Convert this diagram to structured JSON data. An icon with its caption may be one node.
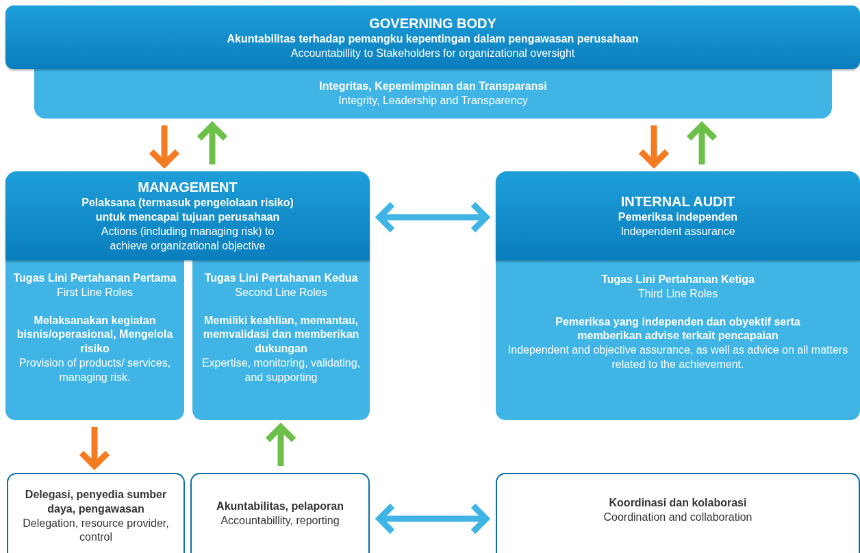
{
  "diagram": {
    "nodes": [
      {
        "text": [
          "GOVERNING BODY",
          "Akuntabilitas terhadap pemangku kepentingan dalam pengawasan perusahaan",
          "Accountabillity to Stakeholders for organizational oversight"
        ]
      },
      {
        "text": [
          "Integritas, Kepemimpinan dan Transparansi",
          "Integrity, Leadership and Transparency"
        ]
      },
      {
        "text": [
          "MANAGEMENT",
          "Pelaksana (termasuk pengelolaan risiko) untuk mencapai tujuan perusahaan",
          "Actions (including managing risk) to achieve organizational objective"
        ]
      },
      {
        "text": [
          "Tugas Lini Pertahanan Pertama",
          "First Line Roles",
          "Melaksanakan kegiatan bisnis/operasional, Mengelola risiko",
          "Provision of products/ services, managing risk."
        ]
      },
      {
        "text": [
          "Tugas Lini Pertahanan Kedua",
          "Second Line Roles",
          "Memiliki keahlian, memantau, memvalidasi dan memberikan dukungan",
          "Expertise, monitoring, validating, and supporting"
        ]
      },
      {
        "text": [
          "INTERNAL AUDIT",
          "Pemeriksa independen",
          "Independent assurance"
        ]
      },
      {
        "text": [
          "Tugas Lini Pertahanan Ketiga",
          "Third Line Roles",
          "Pemeriksa yang independen dan obyektif serta memberikan advise terkait pencapaian",
          "Independent and objective assurance, as well as advice on all matters related to the achievement."
        ]
      },
      {
        "text": [
          "Delegasi, penyedia sumber daya, pengawasan",
          "Delegation, resource provider, control"
        ]
      },
      {
        "text": [
          "Akuntabilitas, pelaporan",
          "Accountabillity, reporting"
        ]
      },
      {
        "text": [
          "Koordinasi dan kolaborasi",
          "Coordination and collaboration"
        ]
      }
    ],
    "edges": [
      {
        "from": 1,
        "to": 2,
        "arrow": "to",
        "color": "#f47b20"
      },
      {
        "from": 2,
        "to": 1,
        "arrow": "to",
        "color": "#6cc04a"
      },
      {
        "from": 1,
        "to": 5,
        "arrow": "to",
        "color": "#f47b20"
      },
      {
        "from": 5,
        "to": 1,
        "arrow": "to",
        "color": "#6cc04a"
      },
      {
        "from": 2,
        "to": 5,
        "arrow": "both",
        "color": "#40b4e5"
      },
      {
        "from": 3,
        "to": 7,
        "arrow": "to",
        "color": "#f47b20"
      },
      {
        "from": 8,
        "to": 4,
        "arrow": "to",
        "color": "#6cc04a"
      },
      {
        "from": 8,
        "to": 9,
        "arrow": "both",
        "color": "#40b4e5"
      }
    ]
  }
}
